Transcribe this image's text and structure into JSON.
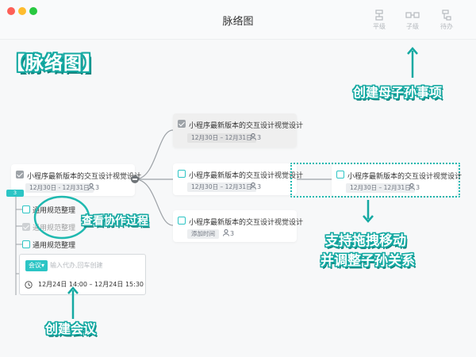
{
  "window": {
    "title": "脉络图"
  },
  "toolbar": [
    {
      "label": "平级",
      "icon": "sibling-node-icon"
    },
    {
      "label": "子级",
      "icon": "child-node-icon"
    },
    {
      "label": "待办",
      "icon": "todo-icon"
    }
  ],
  "root_task": {
    "title": "小程序最新版本的交互设计视觉设计",
    "date": "12月30日 - 12月31日",
    "assignees": "3",
    "badge": "3"
  },
  "subtasks": [
    {
      "label": "通用规范整理",
      "done": false
    },
    {
      "label": "通用规范整理",
      "done": true
    },
    {
      "label": "通用规范整理",
      "done": false
    }
  ],
  "meeting": {
    "type_label": "会议▾",
    "input_placeholder": "输入代办,回车创建",
    "time": "12月24日 14:00 – 12月24日 15:30"
  },
  "child_tasks": [
    {
      "title": "小程序最新版本的交互设计视觉设计",
      "date": "12月30日 – 12月31日",
      "assignees": "3",
      "completed": true
    },
    {
      "title": "小程序最新版本的交互设计视觉设计",
      "date": "12月30日 – 12月31日",
      "assignees": "3",
      "completed": false
    },
    {
      "title": "小程序最新版本的交互设计视觉设计",
      "date": "添加时间",
      "assignees": "3",
      "completed": false
    }
  ],
  "dragged_task": {
    "title": "小程序最新版本的交互设计视觉设计",
    "date": "12月30日 – 12月31日",
    "assignees": "3"
  },
  "annotations": {
    "main_title": "【脉络图】",
    "create_parent_child": "创建母子孙事项",
    "view_collaboration": "查看协作过程",
    "drag_line1": "支持拖拽移动",
    "drag_line2": "并调整子孙关系",
    "create_meeting": "创建会议"
  },
  "colors": {
    "accent": "#2cc5c5",
    "annotation": "#15a9a2"
  }
}
